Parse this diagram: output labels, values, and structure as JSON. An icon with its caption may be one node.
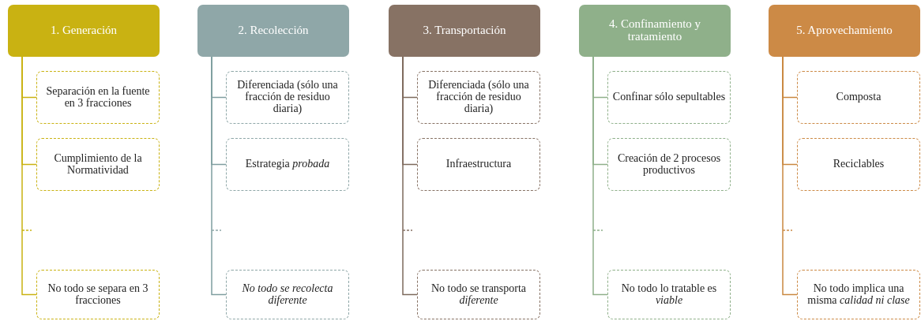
{
  "diagram": {
    "nodes": [
      {
        "text": [
          "1. Generación"
        ]
      },
      {
        "text": [
          "Separación en la fuente en 3 fracciones"
        ]
      },
      {
        "text": [
          "Cumplimiento de la Normatividad"
        ]
      },
      {
        "text": [
          "No todo se separa en 3 fracciones"
        ]
      },
      {
        "text": [
          "2. Recolección"
        ]
      },
      {
        "text": [
          "Diferenciada (sólo una fracción de residuo diaria)"
        ]
      },
      {
        "text": [
          "Estrategia *probada*"
        ]
      },
      {
        "text": [
          "No todo se recolecta diferente"
        ]
      },
      {
        "text": [
          "3. Transportación"
        ]
      },
      {
        "text": [
          "Diferenciada (sólo una fracción de residuo diaria)"
        ]
      },
      {
        "text": [
          "Infraestructura"
        ]
      },
      {
        "text": [
          "No todo se transporta *diferente*"
        ]
      },
      {
        "text": [
          "4. Confinamiento y tratamiento"
        ]
      },
      {
        "text": [
          "Confinar sólo sepultables"
        ]
      },
      {
        "text": [
          "Creación de 2 procesos productivos"
        ]
      },
      {
        "text": [
          "No todo lo tratable es *viable*"
        ]
      },
      {
        "text": [
          "5. Aprovechamiento"
        ]
      },
      {
        "text": [
          "Composta"
        ]
      },
      {
        "text": [
          "Reciclables"
        ]
      },
      {
        "text": [
          "No todo implica una misma *calidad ni clase*"
        ]
      }
    ],
    "edges": [
      {
        "from": 0,
        "to": 1,
        "arrow": "none",
        "color": "#c9b212"
      },
      {
        "from": 0,
        "to": 2,
        "arrow": "none",
        "color": "#c9b212"
      },
      {
        "from": 0,
        "to": 3,
        "arrow": "none",
        "color": "#c9b212"
      },
      {
        "from": 4,
        "to": 5,
        "arrow": "none",
        "color": "#7f9ea0"
      },
      {
        "from": 4,
        "to": 6,
        "arrow": "none",
        "color": "#7f9ea0"
      },
      {
        "from": 4,
        "to": 7,
        "arrow": "none",
        "color": "#7f9ea0"
      },
      {
        "from": 8,
        "to": 9,
        "arrow": "none",
        "color": "#7d6a5c"
      },
      {
        "from": 8,
        "to": 10,
        "arrow": "none",
        "color": "#7d6a5c"
      },
      {
        "from": 8,
        "to": 11,
        "arrow": "none",
        "color": "#7d6a5c"
      },
      {
        "from": 12,
        "to": 13,
        "arrow": "none",
        "color": "#8fb08a"
      },
      {
        "from": 12,
        "to": 14,
        "arrow": "none",
        "color": "#8fb08a"
      },
      {
        "from": 12,
        "to": 15,
        "arrow": "none",
        "color": "#8fb08a"
      },
      {
        "from": 16,
        "to": 17,
        "arrow": "none",
        "color": "#c98840"
      },
      {
        "from": 16,
        "to": 18,
        "arrow": "none",
        "color": "#c98840"
      },
      {
        "from": 16,
        "to": 19,
        "arrow": "none",
        "color": "#c98840"
      }
    ]
  }
}
